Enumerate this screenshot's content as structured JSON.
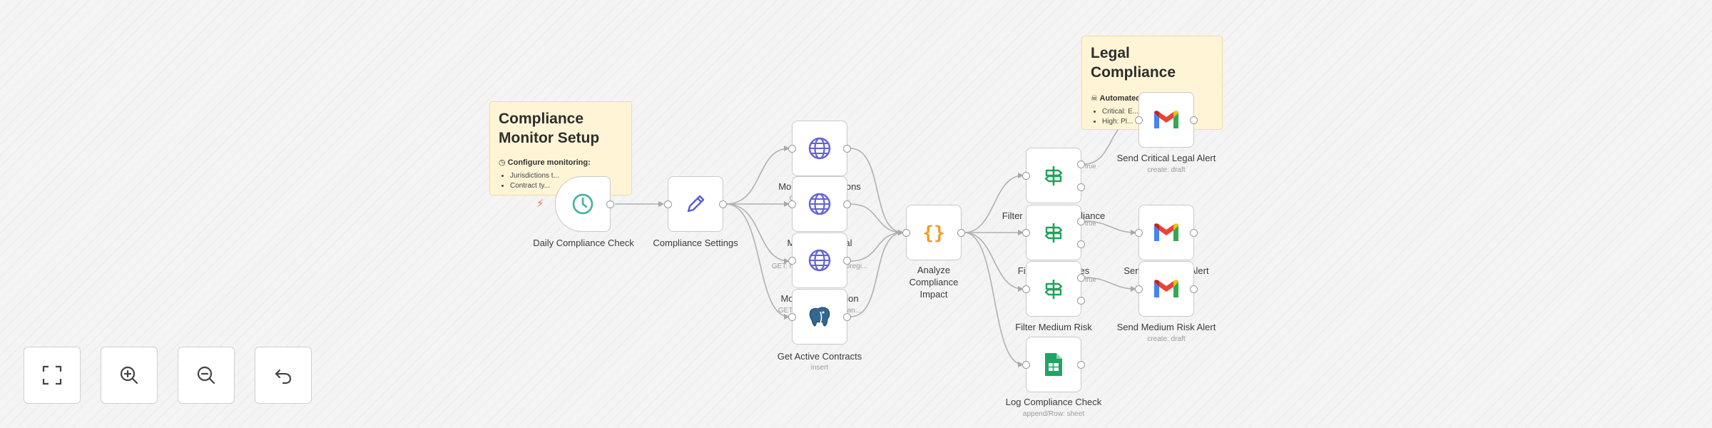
{
  "stickies": {
    "setup": {
      "title": "Compliance Monitor Setup",
      "subtitle": "Configure monitoring:",
      "bullets": [
        "Jurisdictions t...",
        "Contract ty..."
      ]
    },
    "legal": {
      "title": "Legal Compliance",
      "subtitle": "Automated responses:",
      "bullets": [
        "Critical: E... ...l review",
        "High: Pl..."
      ]
    }
  },
  "nodes": {
    "daily_check": {
      "label": "Daily Compliance Check"
    },
    "settings": {
      "label": "Compliance Settings"
    },
    "monitor_regulations": {
      "label": "Monitor Regulations",
      "sublabel": "GET: https://api.e..."
    },
    "monitor_federal": {
      "label": "Monitor Federal",
      "sublabel": "GET: https://www.federalregi..."
    },
    "monitor_legislation": {
      "label": "Monitor Legislation",
      "sublabel": "GET: https://api.legiscan..."
    },
    "get_contracts": {
      "label": "Get Active Contracts",
      "sublabel": "insert"
    },
    "analyze": {
      "label": "Analyze Compliance Impact"
    },
    "filter_critical": {
      "label": "Filter Critical Compliance"
    },
    "filter_high": {
      "label": "Filter High Issues"
    },
    "filter_medium": {
      "label": "Filter Medium Risk"
    },
    "log_check": {
      "label": "Log Compliance Check",
      "sublabel": "append/Row: sheet"
    },
    "send_critical": {
      "label": "Send Critical Legal Alert",
      "sublabel": "create: draft"
    },
    "send_high": {
      "label": "Send High Risk Alert"
    },
    "send_medium": {
      "label": "Send Medium Risk Alert",
      "sublabel": "create: draft"
    }
  },
  "edge_labels": {
    "critical": "true",
    "high": "true",
    "medium": "true"
  },
  "controls": {
    "fit": "fit-view",
    "zoom_in": "zoom-in",
    "zoom_out": "zoom-out",
    "undo": "undo"
  },
  "colors": {
    "schedule": "#3fb39a",
    "edit": "#5b5bd6",
    "http": "#6263d6",
    "code": "#f39c24",
    "filter": "#20a35a",
    "sheets": "#1fa463",
    "sticky_bg": "#fff5d6",
    "edge": "#b0b0b0"
  },
  "icons": {
    "schedule": "clock-icon",
    "edit": "pencil-icon",
    "http": "globe-icon",
    "postgres": "elephant-icon",
    "code": "braces-icon",
    "filter": "signpost-icon",
    "sheets": "spreadsheet-icon",
    "gmail": "gmail-icon"
  }
}
